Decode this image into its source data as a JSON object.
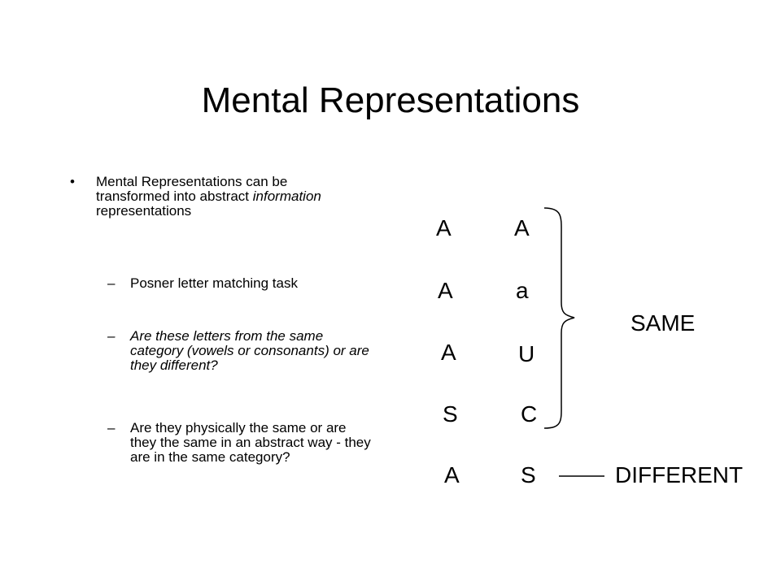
{
  "title": "Mental Representations",
  "bullet": {
    "marker": "•",
    "before": "Mental Representations can be transformed into abstract ",
    "emph": "information",
    "after": " representations"
  },
  "sub_items": [
    {
      "marker": "–",
      "text": "Posner letter matching task"
    },
    {
      "marker": "–",
      "text": "Are these letters from the same category (vowels or consonants) or are they different?"
    },
    {
      "marker": "–",
      "text": "Are they physically the same or are they the same in an abstract way - they are in the same category?"
    }
  ],
  "letter_pairs": [
    {
      "left": "A",
      "right": "A"
    },
    {
      "left": "A",
      "right": "a"
    },
    {
      "left": "A",
      "right": "U"
    },
    {
      "left": "S",
      "right": "C"
    },
    {
      "left": "A",
      "right": "S"
    }
  ],
  "labels": {
    "same": "SAME",
    "different": "DIFFERENT"
  }
}
